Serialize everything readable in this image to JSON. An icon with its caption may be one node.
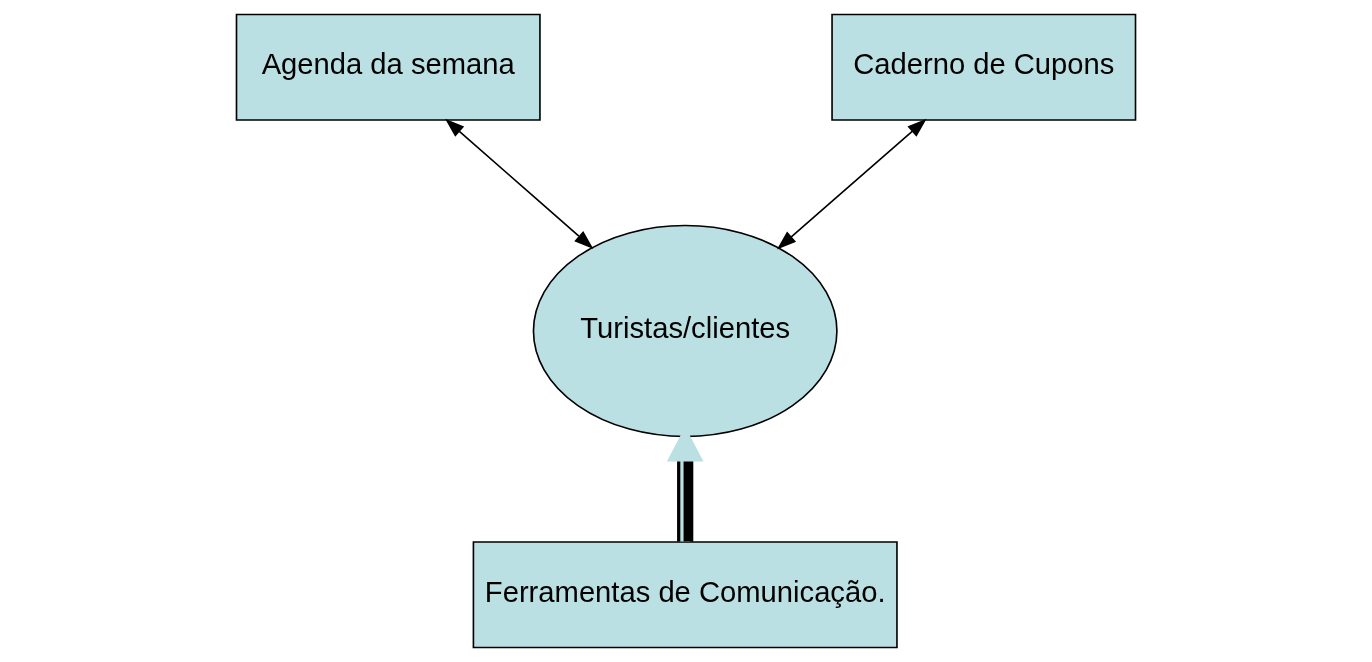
{
  "diagram": {
    "nodes": [
      {
        "text": [
          "Agenda da semana"
        ]
      },
      {
        "text": [
          "Caderno de Cupons"
        ]
      },
      {
        "text": [
          "Turistas/clientes"
        ]
      },
      {
        "text": [
          "Ferramentas de Comunicação."
        ]
      }
    ],
    "edges": [
      {
        "from": 0,
        "to": 2,
        "arrow": "both"
      },
      {
        "from": 1,
        "to": 2,
        "arrow": "both"
      },
      {
        "from": 3,
        "to": 2,
        "arrow": "to",
        "style": "thick"
      }
    ]
  }
}
